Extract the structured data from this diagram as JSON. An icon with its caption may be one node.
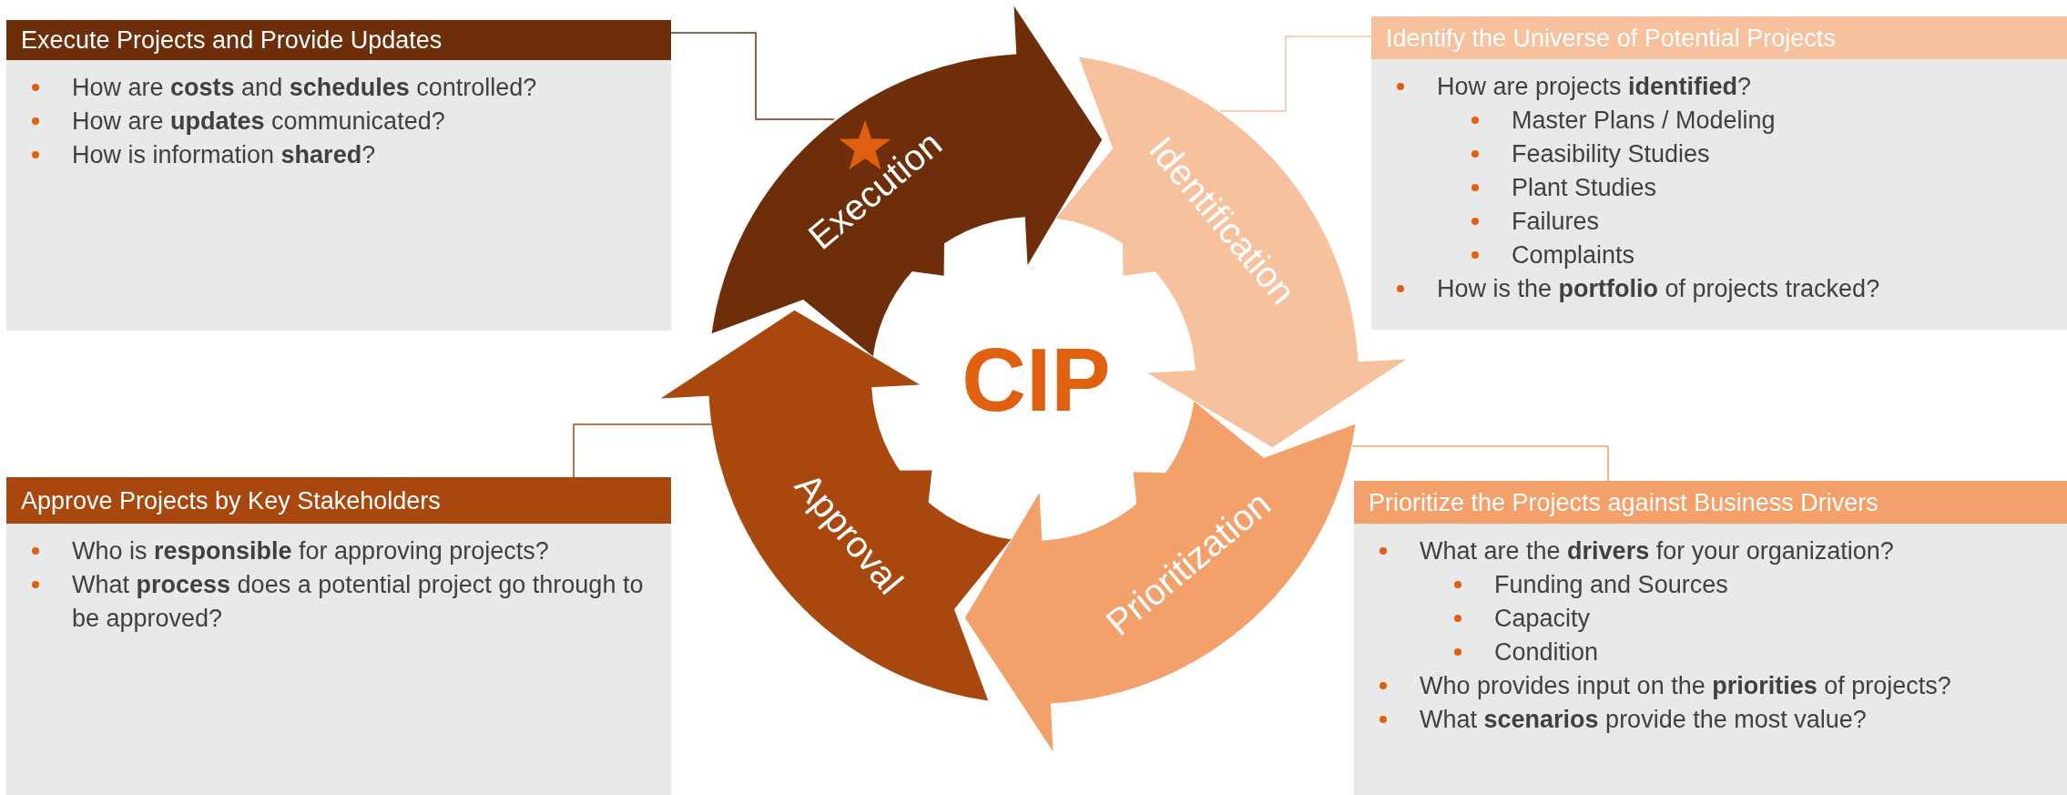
{
  "diagram": {
    "nodes": [
      {
        "text": [
          "Execute Projects and Provide Updates",
          "How are **costs** and **schedules** controlled?",
          "How are **updates** communicated?",
          "How is information **shared**?"
        ]
      },
      {
        "text": [
          "Identify the Universe of Potential Projects",
          "How are projects **identified**?",
          "Master Plans / Modeling",
          "Feasibility Studies",
          "Plant Studies",
          "Failures",
          "Complaints",
          "How is the **portfolio** of projects tracked?"
        ]
      },
      {
        "text": [
          "Approve Projects by Key Stakeholders",
          "Who is **responsible** for approving projects?",
          "What **process** does a potential project go through to be approved?"
        ]
      },
      {
        "text": [
          "Prioritize the Projects against Business Drivers",
          "What are the **drivers** for your organization?",
          "Funding and Sources",
          "Capacity",
          "Condition",
          "Who provides input on the **priorities** of projects?",
          "What **scenarios** provide the most value?"
        ]
      },
      {
        "text": [
          "Execution"
        ]
      },
      {
        "text": [
          "Identification"
        ]
      },
      {
        "text": [
          "Approval"
        ]
      },
      {
        "text": [
          "Prioritization"
        ]
      }
    ],
    "edges": [
      {
        "from": 0,
        "to": 4,
        "arrow": "none",
        "color": "#6f2e0a"
      },
      {
        "from": 1,
        "to": 5,
        "arrow": "none",
        "color": "#f8c19d"
      },
      {
        "from": 2,
        "to": 6,
        "arrow": "none",
        "color": "#a9480e"
      },
      {
        "from": 3,
        "to": 7,
        "arrow": "none",
        "color": "#f3a06b"
      }
    ],
    "labels": [
      "CIP"
    ]
  }
}
